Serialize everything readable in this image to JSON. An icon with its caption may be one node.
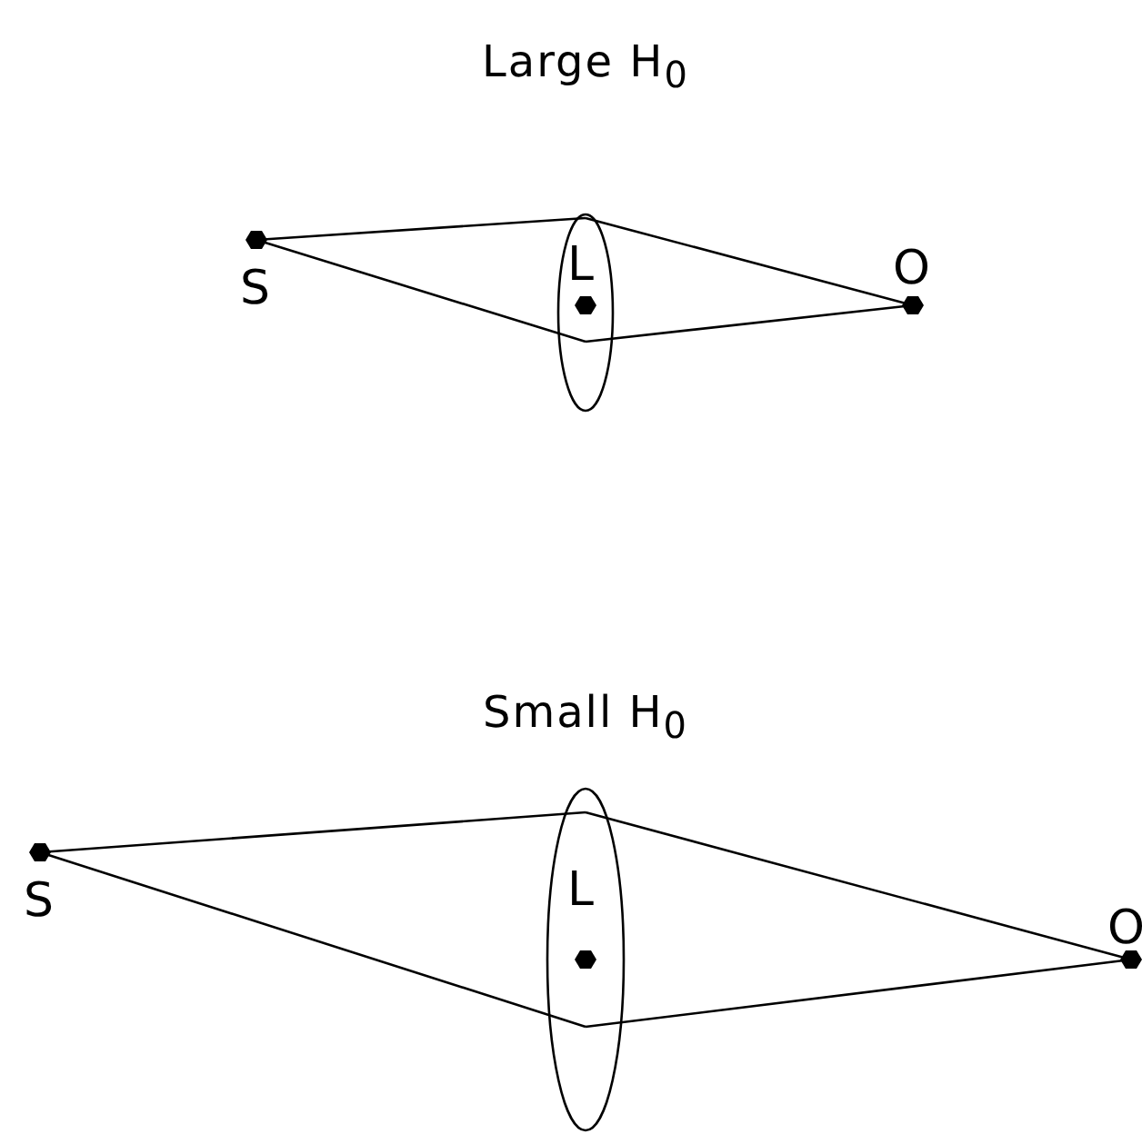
{
  "diagram": {
    "nodes": [
      {
        "text": [
          "S"
        ]
      },
      {
        "text": [
          "L"
        ]
      },
      {
        "text": [
          "O"
        ]
      },
      {
        "text": [
          "S"
        ]
      },
      {
        "text": [
          "L"
        ]
      },
      {
        "text": [
          "O"
        ]
      }
    ],
    "edges": [
      {
        "from": 0,
        "to": 1,
        "arrow": "none"
      },
      {
        "from": 0,
        "to": 1,
        "arrow": "none"
      },
      {
        "from": 1,
        "to": 2,
        "arrow": "none"
      },
      {
        "from": 1,
        "to": 2,
        "arrow": "none"
      },
      {
        "from": 3,
        "to": 4,
        "arrow": "none"
      },
      {
        "from": 3,
        "to": 4,
        "arrow": "none"
      },
      {
        "from": 4,
        "to": 5,
        "arrow": "none"
      },
      {
        "from": 4,
        "to": 5,
        "arrow": "none"
      }
    ],
    "labels": [
      "Large H$_{0}$",
      "Small H$_{0}$"
    ]
  }
}
